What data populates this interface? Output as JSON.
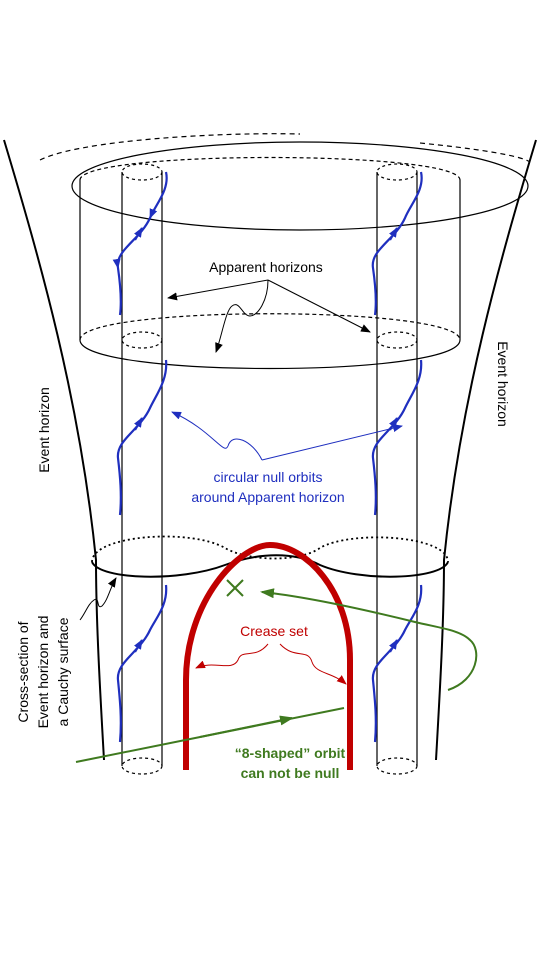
{
  "labels": {
    "apparent_horizons": "Apparent horizons",
    "event_horizon_left": "Event horizon",
    "event_horizon_right": "Event horizon",
    "circular_orbits_line1": "circular null orbits",
    "circular_orbits_line2": "around Apparent horizon",
    "cross_section_line1": "Cross-section of",
    "cross_section_line2": "Event horizon and",
    "cross_section_line3": "a Cauchy surface",
    "crease_set": "Crease set",
    "eight_orbit_line1": "“8-shaped” orbit",
    "eight_orbit_line2": "can not be null"
  },
  "colors": {
    "outline": "#000000",
    "null_orbits": "#1f2fbf",
    "crease": "#c00000",
    "eight_orbit": "#3f7a1f"
  },
  "icons": {
    "cross_marker": "x-mark"
  }
}
